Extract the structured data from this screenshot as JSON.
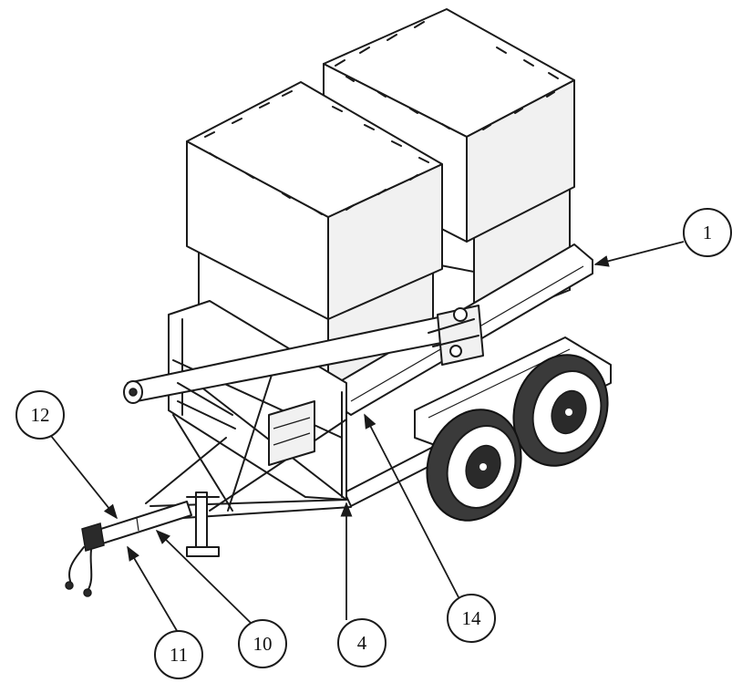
{
  "callouts": [
    {
      "id": "c1",
      "label": "1"
    },
    {
      "id": "c4",
      "label": "4"
    },
    {
      "id": "c10",
      "label": "10"
    },
    {
      "id": "c11",
      "label": "11"
    },
    {
      "id": "c12",
      "label": "12"
    },
    {
      "id": "c14",
      "label": "14"
    }
  ]
}
